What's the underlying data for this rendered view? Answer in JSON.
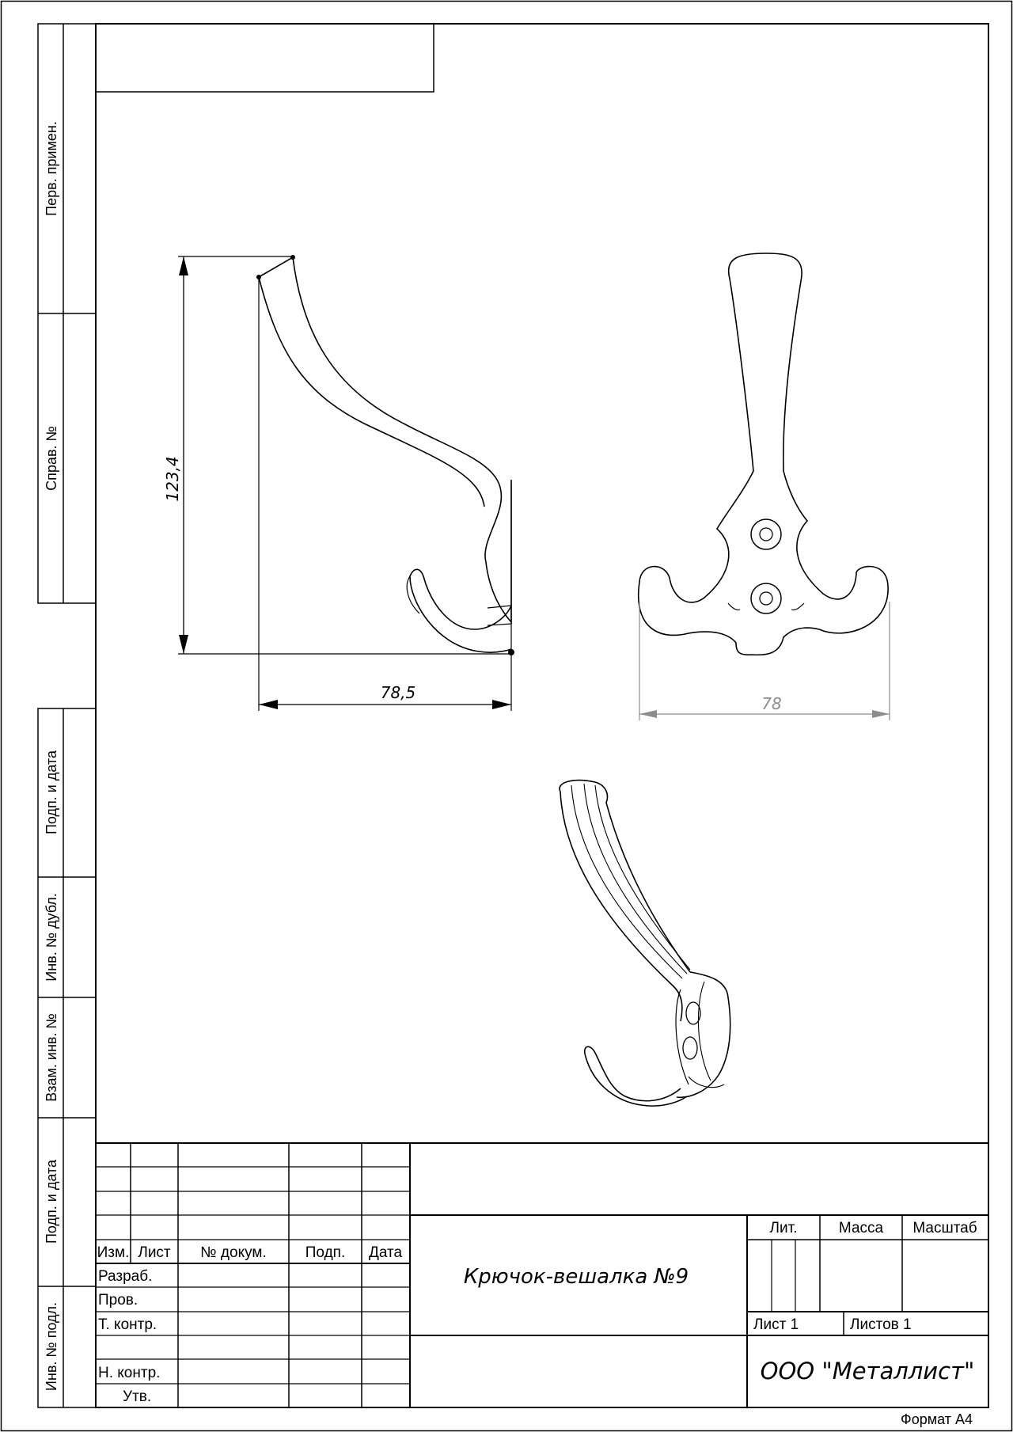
{
  "side_stamp": {
    "perv_primen": "Перв. примен.",
    "sprav_no": "Справ. №",
    "podp_data_1": "Подп. и дата",
    "inv_dubl": "Инв. № дубл.",
    "vzam_inv": "Взам. инв. №",
    "podp_data_2": "Подп. и дата",
    "inv_podl": "Инв. № подл."
  },
  "dimensions": {
    "side_height": "123,4",
    "side_width": "78,5",
    "front_width": "78"
  },
  "title_block": {
    "headers": {
      "izm": "Изм.",
      "list": "Лист",
      "no_dokum": "№ докум.",
      "podp": "Подп.",
      "data": "Дата"
    },
    "roles": {
      "razrab": "Разраб.",
      "prov": "Пров.",
      "t_kontr": "Т. контр.",
      "n_kontr": "Н. контр.",
      "utv": "Утв."
    },
    "lit": "Лит.",
    "massa": "Масса",
    "masshtab": "Масштаб",
    "sheet": "Лист 1",
    "sheets_total": "Листов 1",
    "part_name": "Крючок-вешалка №9",
    "organization": "ООО \"Металлист\""
  },
  "format": "Формат А4",
  "colors": {
    "line": "#000000",
    "dimension_gray": "#8c8c8c"
  }
}
